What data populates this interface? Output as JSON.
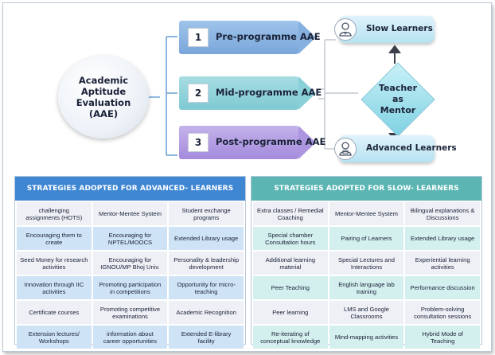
{
  "diagram": {
    "center_label": "Academic\nAptitude\nEvaluation\n(AAE)",
    "stages": [
      {
        "number": "1",
        "label": "Pre-programme AAE"
      },
      {
        "number": "2",
        "label": "Mid-programme AAE"
      },
      {
        "number": "3",
        "label": "Post-programme AAE"
      }
    ],
    "mentor_label": "Teacher\nas\nMentor",
    "slow_learners_label": "Slow Learners",
    "advanced_learners_label": "Advanced Learners",
    "icons": [
      "teacher-person-icon",
      "student-person-icon"
    ],
    "colors": {
      "stage1": "#86b0df",
      "stage2": "#8ad0d8",
      "stage3": "#ad96e0",
      "mentor_diamond": "#9be0ec",
      "advanced_header": "#3f86d3",
      "slow_header": "#5ab5b3"
    }
  },
  "advanced_table": {
    "title": "STRATEGIES ADOPTED FOR  ADVANCED- LEARNERS",
    "rows": [
      [
        "challenging\nassignments (HOTS)",
        "Mentor-Mentee System",
        "Student exchange\nprograms"
      ],
      [
        "Encouraging them to\ncreate",
        "Encouraging for\nNPTEL/MOOCS",
        "Extended Library usage"
      ],
      [
        "Seed Money for research\nactivities",
        "Encouraging for\nIGNOU/MP Bhoj Univ.",
        "Personality & leadership\ndevelopment"
      ],
      [
        "Innovation through IIC\nactivities",
        "Promoting participation\nin  competitions",
        "Opportunity for micro-\nteaching"
      ],
      [
        "Certificate courses",
        "Promoting competitive\nexaminations",
        "Academic Recognition"
      ],
      [
        "Extension lectures/\nWorkshops",
        "information about\ncareer opportunities",
        "Extended E-library\nfacility"
      ]
    ]
  },
  "slow_table": {
    "title": "STRATEGIES ADOPTED FOR SLOW- LEARNERS",
    "rows": [
      [
        "Extra classes / Remedial\nCoaching",
        "Mentor-Mentee System",
        "Bilingual explanations  &\nDiscussions"
      ],
      [
        "Special chamber\nConsultation hours",
        "Pairing of Learners",
        "Extended Library usage"
      ],
      [
        "Additional learning\nmaterial",
        "Special Lectures and\nInteractions",
        "Experiential learning\nactivities"
      ],
      [
        "Peer Teaching",
        "English language lab\ntraining",
        "Performance discussion"
      ],
      [
        "Peer learning",
        "LMS and Google\nClassrooms",
        "Problem-solving\nconsultation sessions"
      ],
      [
        "Re-iterating of\nconceptual knowledge",
        "Mind-mapping activities",
        "Hybrid Mode of\nTeaching"
      ]
    ]
  }
}
